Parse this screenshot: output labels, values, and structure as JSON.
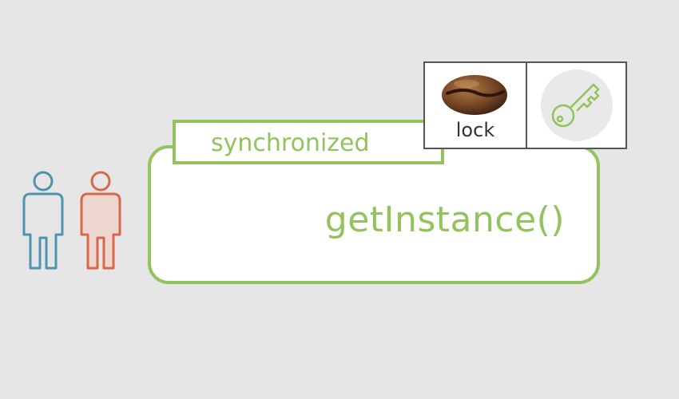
{
  "diagram": {
    "synchronized_label": "synchronized",
    "method_label": "getInstance()",
    "lock_label": "lock",
    "icons": {
      "thread_1": "person-icon",
      "thread_2": "person-icon",
      "lock": "coffee-bean-icon",
      "key": "key-icon"
    },
    "colors": {
      "accent_green": "#93c35c",
      "thread_blue": "#4f93b1",
      "thread_orange": "#d8684a",
      "background": "#e6e6e6"
    }
  }
}
